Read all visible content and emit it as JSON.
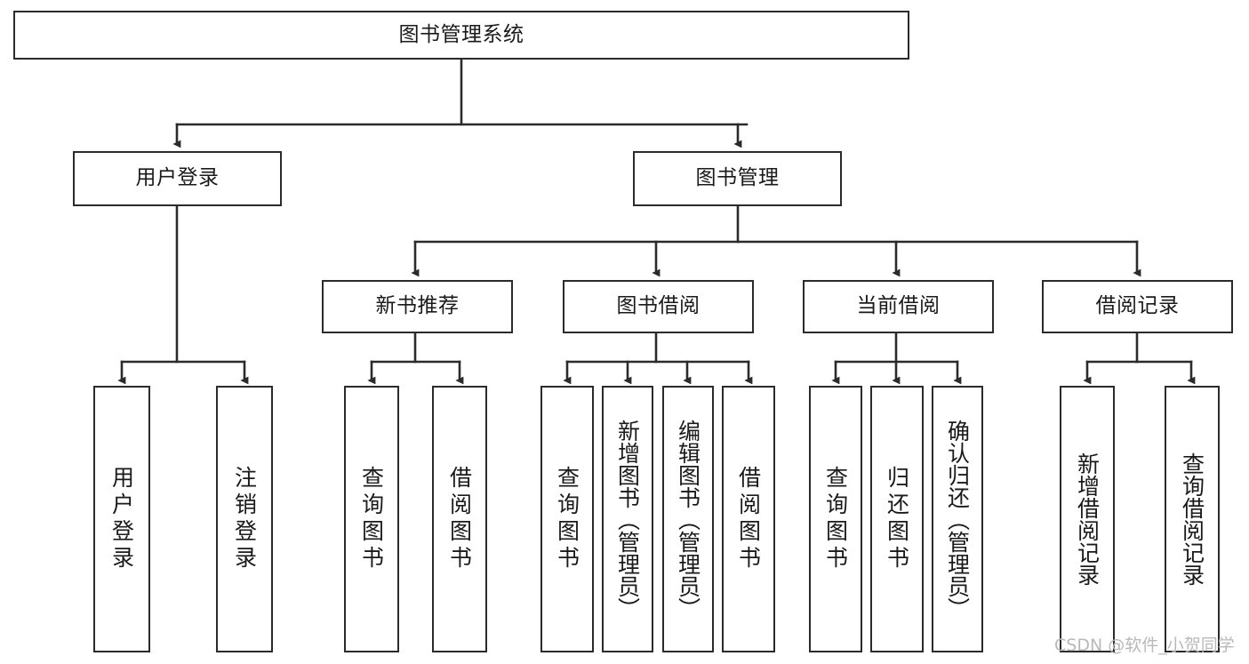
{
  "diagram": {
    "type": "hierarchy-tree",
    "title": "图书管理系统",
    "orientation": "top-down",
    "edge_style": "orthogonal-elbow-with-arrowhead",
    "colors": {
      "box_border": "#2b2b2b",
      "box_fill": "#ffffff",
      "edge": "#2b2b2b",
      "text": "#1a1a1a",
      "watermark": "#b9b9b9",
      "background": "#ffffff"
    },
    "root": {
      "label": "图书管理系统"
    },
    "level2": [
      {
        "label": "用户登录"
      },
      {
        "label": "图书管理"
      }
    ],
    "level3": [
      {
        "label": "新书推荐"
      },
      {
        "label": "图书借阅"
      },
      {
        "label": "当前借阅"
      },
      {
        "label": "借阅记录"
      }
    ],
    "leaves": {
      "user_login": [
        {
          "label": "用户登录"
        },
        {
          "label": "注销登录"
        }
      ],
      "new_book_recommend": [
        {
          "label": "查询图书"
        },
        {
          "label": "借阅图书"
        }
      ],
      "book_borrow": [
        {
          "label": "查询图书"
        },
        {
          "label": "新增图书（管理员）"
        },
        {
          "label": "编辑图书（管理员）"
        },
        {
          "label": "借阅图书"
        }
      ],
      "current_borrow": [
        {
          "label": "查询图书"
        },
        {
          "label": "归还图书"
        },
        {
          "label": "确认归还（管理员）"
        }
      ],
      "borrow_record": [
        {
          "label": "新增借阅记录"
        },
        {
          "label": "查询借阅记录"
        }
      ]
    }
  },
  "watermark": {
    "text": "CSDN @软件_小贺同学"
  }
}
